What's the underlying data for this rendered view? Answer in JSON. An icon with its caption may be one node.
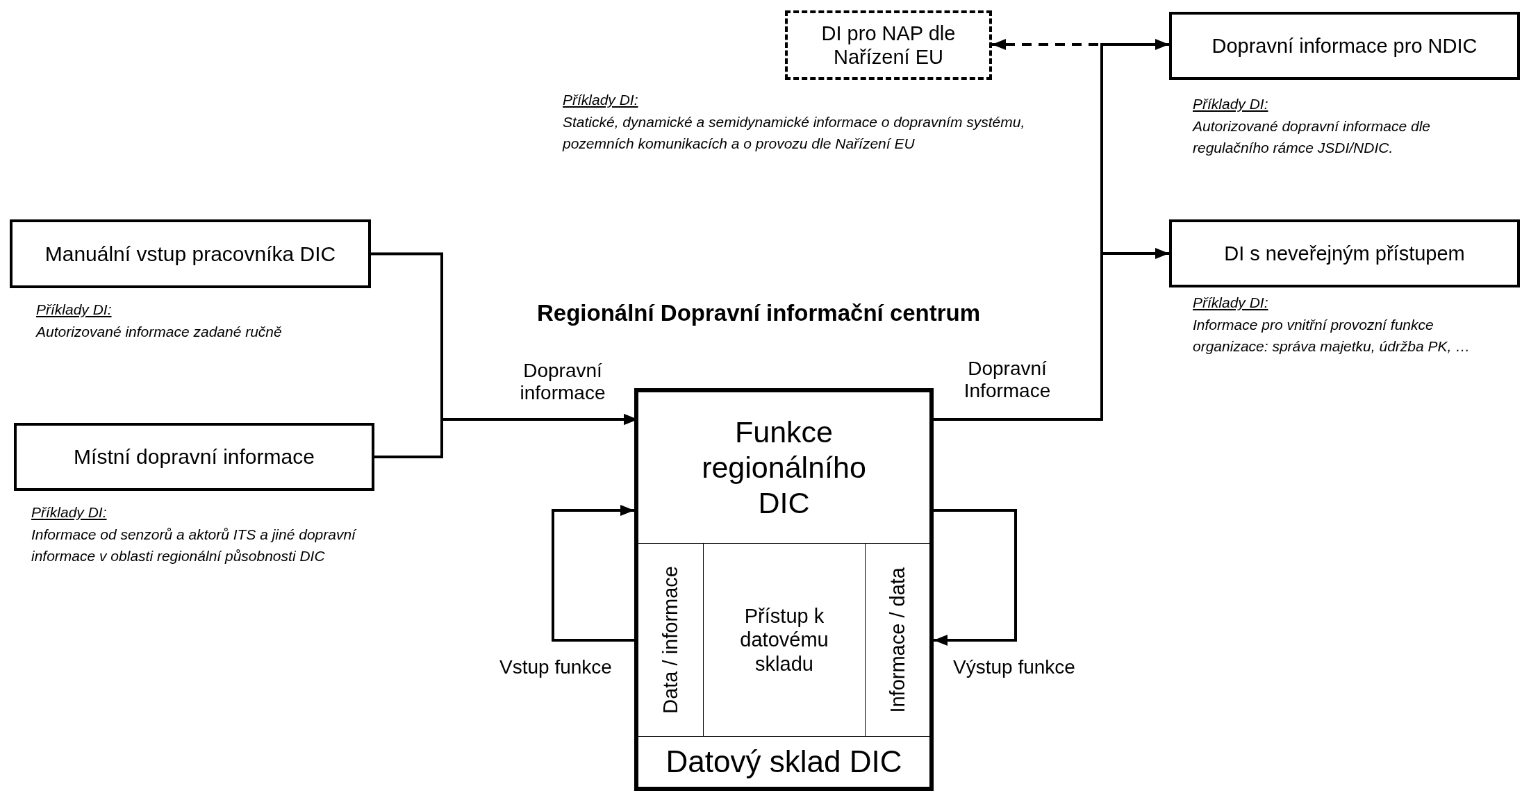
{
  "diagram": {
    "title": "Regionální Dopravní informační centrum",
    "nodes": [
      {
        "text": [
          "Manuální vstup pracovníka DIC"
        ],
        "beside": [
          "Příklady DI:",
          "Autorizované informace zadané ručně"
        ]
      },
      {
        "text": [
          "Místní dopravní informace"
        ],
        "beside": [
          "Příklady DI:",
          "Informace od senzorů a aktorů ITS a jiné dopravní informace v oblasti regionální působnosti DIC"
        ]
      },
      {
        "text": [],
        "shape": "box"
      },
      {
        "text": [
          "Funkce regionálního DIC"
        ],
        "in": 2
      },
      {
        "text": [
          "Data / informace"
        ],
        "in": 2
      },
      {
        "text": [
          "Přístup k datovému skladu"
        ],
        "in": 2
      },
      {
        "text": [
          "Informace / data"
        ],
        "in": 2
      },
      {
        "text": [
          "Datový sklad DIC"
        ],
        "in": 2
      },
      {
        "text": [
          "DI pro NAP dle Nařízení EU"
        ],
        "beside": [
          "Příklady DI:",
          "Statické, dynamické a semidynamické informace o dopravním systému, pozemních komunikacích a o provozu dle Nařízení EU"
        ]
      },
      {
        "text": [
          "Dopravní informace pro NDIC"
        ],
        "beside": [
          "Příklady DI:",
          "Autorizované dopravní informace dle regulačního rámce JSDI/NDIC."
        ]
      },
      {
        "text": [
          "DI s neveřejným přístupem"
        ],
        "beside": [
          "Příklady DI:",
          "Informace pro vnitřní provozní funkce organizace: správa majetku, údržba PK, …"
        ]
      }
    ],
    "edges": [
      {
        "from": 0,
        "to": 3,
        "arrow": "to",
        "label": "Dopravní informace"
      },
      {
        "from": 1,
        "to": 3,
        "arrow": "to"
      },
      {
        "from": 3,
        "to": 8,
        "arrow": "to",
        "style": "dashed"
      },
      {
        "from": 3,
        "to": 9,
        "arrow": "to",
        "label": "Dopravní Informace"
      },
      {
        "from": 3,
        "to": 10,
        "arrow": "to"
      },
      {
        "from": 4,
        "to": 3,
        "arrow": "to",
        "label": "Vstup funkce"
      },
      {
        "from": 3,
        "to": 6,
        "arrow": "to",
        "label": "Výstup funkce"
      }
    ]
  }
}
